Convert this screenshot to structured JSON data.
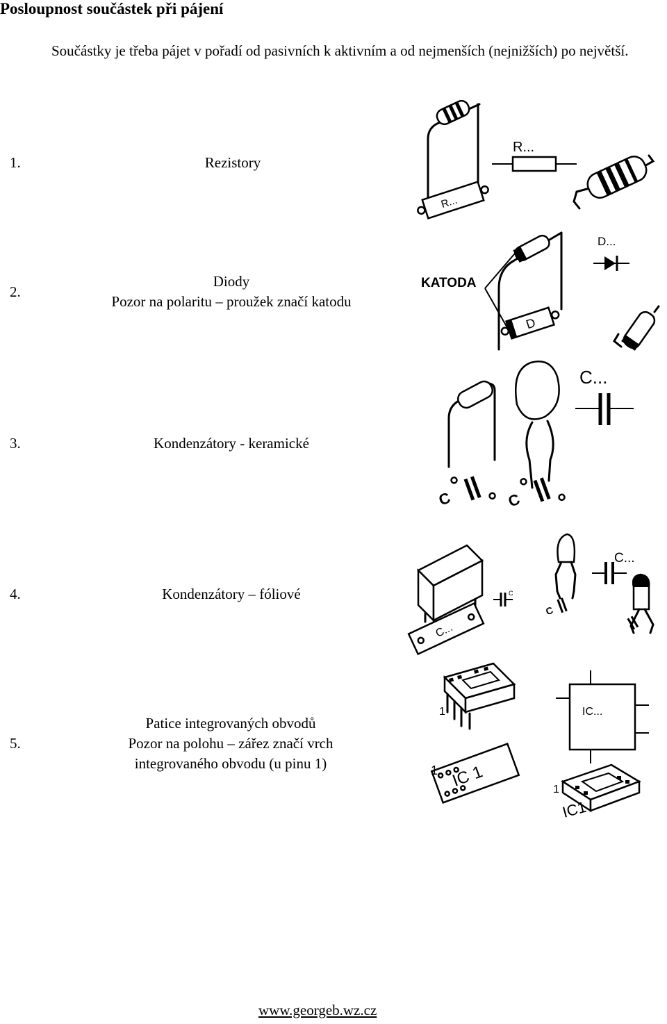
{
  "title": "Posloupnost součástek při pájení",
  "intro": "Součástky je třeba pájet v pořadí od pasivních k aktivním a od nejmenších (nejnižších) po největší.",
  "sections": [
    {
      "num": "1.",
      "lines": [
        "Rezistory"
      ]
    },
    {
      "num": "2.",
      "lines": [
        "Diody",
        "Pozor na polaritu – proužek značí katodu"
      ]
    },
    {
      "num": "3.",
      "lines": [
        "Kondenzátory - keramické"
      ]
    },
    {
      "num": "4.",
      "lines": [
        "Kondenzátory – fóliové"
      ]
    },
    {
      "num": "5.",
      "lines": [
        "Patice integrovaných obvodů",
        "Pozor na polohu – zářez značí vrch",
        "integrovaného obvodu (u pinu 1)"
      ]
    }
  ],
  "figures": {
    "resistor": {
      "symbol": "R...",
      "board": "R..."
    },
    "diode": {
      "katoda": "KATODA",
      "symbol": "D...",
      "board": "D"
    },
    "ceramic": {
      "symbol": "C...",
      "board_a": "C",
      "board_b": "C"
    },
    "film": {
      "symbol": "C...",
      "small_a": "C",
      "small_b": "C",
      "board": "C..."
    },
    "ic": {
      "pin1_a": "1",
      "pin1_b": "1",
      "pin1_c": "1",
      "symbol": "IC...",
      "board_a": "IC 1",
      "board_b": "IC1"
    }
  },
  "footer": "www.georgeb.wz.cz"
}
